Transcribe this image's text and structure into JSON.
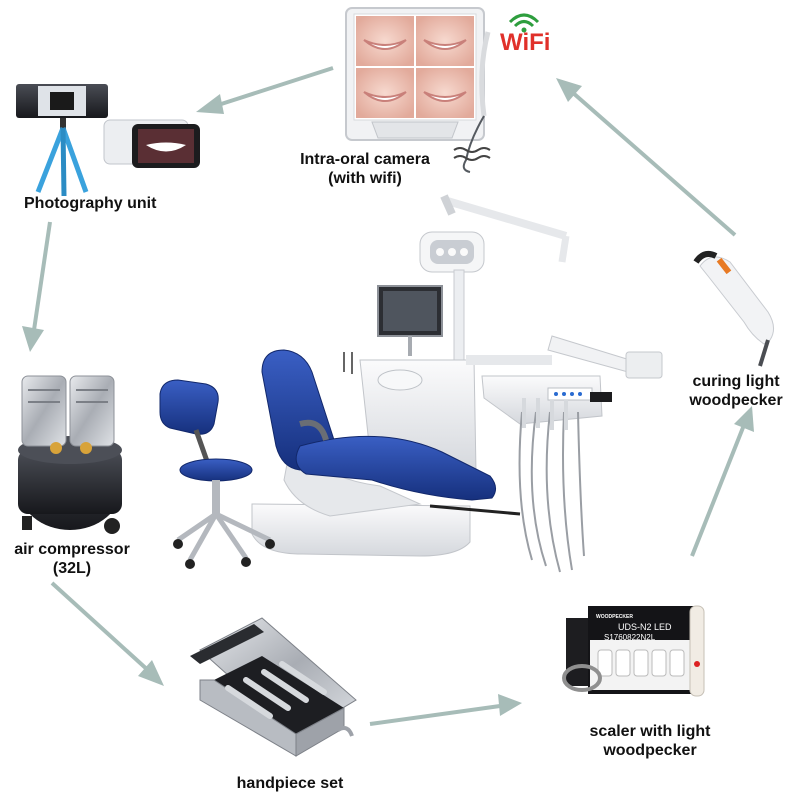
{
  "labels": {
    "camera_line1": "Intra-oral camera",
    "camera_line2": "(with wifi)",
    "photo": "Photography unit",
    "curing_line1": "curing light",
    "curing_line2": "woodpecker",
    "air_line1": "air compressor",
    "air_line2": "(32L)",
    "scaler_line1": "scaler with light",
    "scaler_line2": "woodpecker",
    "handpiece": "handpiece set"
  },
  "wifi_badge": "WiFi",
  "scaler_box_text": {
    "brand": "WOODPECKER",
    "model": "UDS-N2 LED",
    "serial": "S1760822N2L"
  },
  "colors": {
    "chair_blue": "#1f3f9a",
    "unit_white": "#eef0f3",
    "arrow_teal": "#9cb3b0",
    "wifi_red": "#e0302a",
    "wifi_green": "#2e9e3e"
  }
}
